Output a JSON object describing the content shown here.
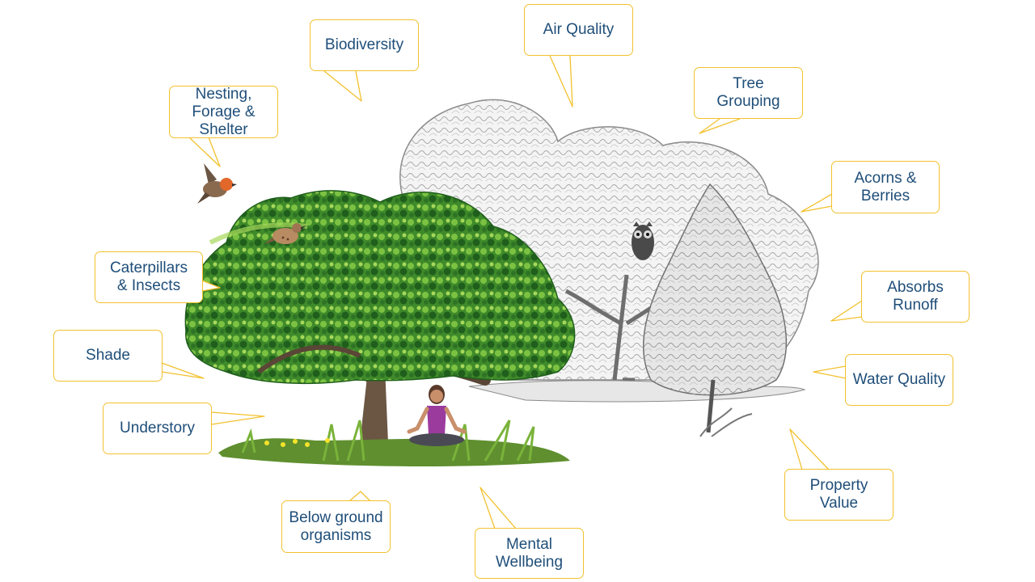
{
  "colors": {
    "callout_border": "#f2c12e",
    "callout_text": "#1f4e79"
  },
  "illustration": {
    "main_tree": "leafy green oak tree with person meditating beneath",
    "background_trees": "grey sketched tree grouping with owl and conifer",
    "birds": [
      "robin-flying",
      "thrush-perched",
      "owl-perched"
    ]
  },
  "callouts": {
    "nesting": "Nesting,\nForage &\nShelter",
    "biodiversity": "Biodiversity",
    "air_quality": "Air Quality",
    "tree_grouping": "Tree\nGrouping",
    "acorns": "Acorns &\nBerries",
    "caterpillars": "Caterpillars\n& Insects",
    "absorbs_runoff": "Absorbs\nRunoff",
    "shade": "Shade",
    "water_quality": "Water Quality",
    "understory": "Understory",
    "property_value": "Property\nValue",
    "below_ground": "Below ground\norganisms",
    "mental_wellbeing": "Mental\nWellbeing"
  }
}
